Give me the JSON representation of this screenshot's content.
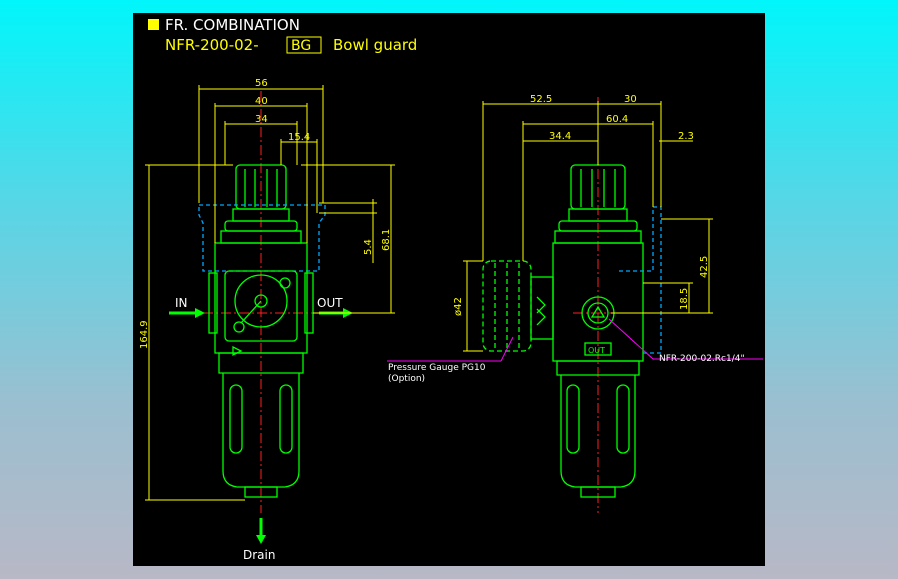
{
  "header": {
    "title": "FR. COMBINATION",
    "model_prefix": "NFR-200-02-",
    "model_code": "BG",
    "model_suffix": "Bowl guard"
  },
  "front_view": {
    "dims": {
      "w56": "56",
      "w40": "40",
      "w34": "34",
      "w15_4": "15.4",
      "h5_4": "5.4",
      "h68_1": "68.1",
      "h164_9": "164.9"
    },
    "in_label": "IN",
    "out_label": "OUT",
    "drain_label": "Drain"
  },
  "side_view": {
    "dims": {
      "w52_5": "52.5",
      "w30": "30",
      "w60_4": "60.4",
      "w34_4": "34.4",
      "w2_3": "2.3",
      "dia42": "ø42",
      "h42_5": "42.5",
      "h18_5": "18.5"
    },
    "gauge_note_1": "Pressure Gauge PG10",
    "gauge_note_2": "(Option)",
    "port_note": "NFR-200-02.Rc1/4\"",
    "out_tag": "OUT"
  },
  "colors": {
    "outline": "#00ff00",
    "dimension": "#ffff00",
    "hidden_guard": "#00a8ff",
    "center_line": "#ff2020",
    "background": "#000000"
  }
}
